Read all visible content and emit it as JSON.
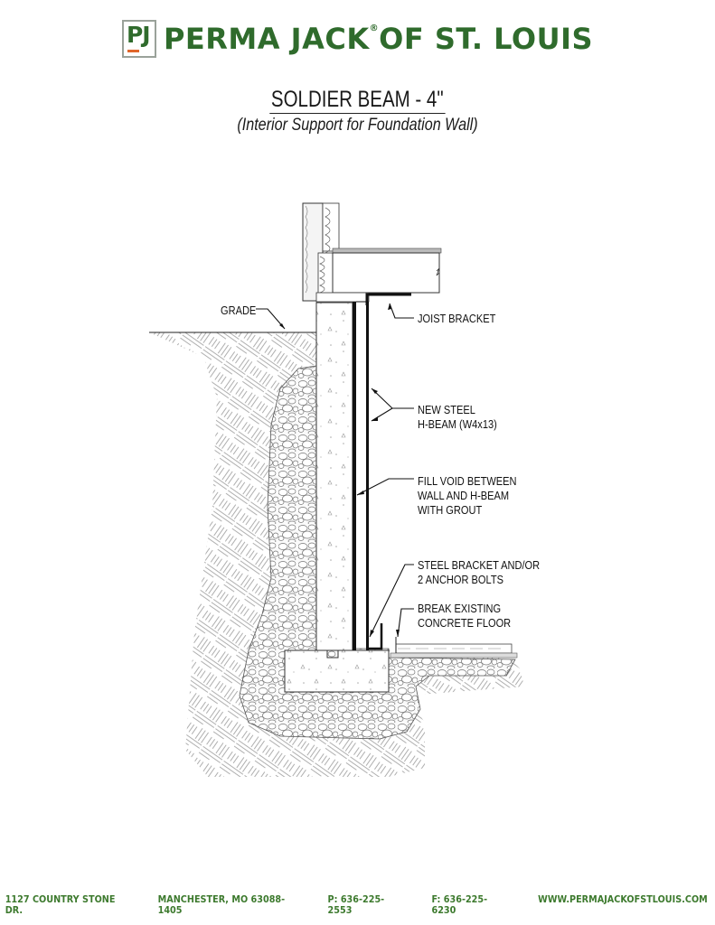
{
  "header": {
    "logo_mark": "PJ",
    "brand_name": "PERMA JACK",
    "registered_mark": "®",
    "brand_suffix": "OF ST. LOUIS",
    "brand_color": "#2f6b2c",
    "logo_accent_color": "#e0662a"
  },
  "drawing": {
    "title": "SOLDIER BEAM - 4\"",
    "subtitle": "(Interior Support for Foundation Wall)"
  },
  "labels": {
    "grade": "GRADE",
    "joist_bracket": "JOIST BRACKET",
    "new_steel_line1": "NEW STEEL",
    "new_steel_line2": "H-BEAM (W4x13)",
    "fill_void_line1": "FILL VOID BETWEEN",
    "fill_void_line2": "WALL AND H-BEAM",
    "fill_void_line3": "WITH GROUT",
    "steel_bracket_line1": "STEEL BRACKET AND/OR",
    "steel_bracket_line2": "2 ANCHOR BOLTS",
    "break_floor_line1": "BREAK EXISTING",
    "break_floor_line2": "CONCRETE FLOOR"
  },
  "footer": {
    "address": "1127 COUNTRY STONE DR.",
    "city": "MANCHESTER, MO 63088-1405",
    "phone": "P: 636-225-2553",
    "fax": "F: 636-225-6230",
    "website": "WWW.PERMAJACKOFSTLOUIS.COM",
    "footer_color": "#3d7a2e"
  }
}
